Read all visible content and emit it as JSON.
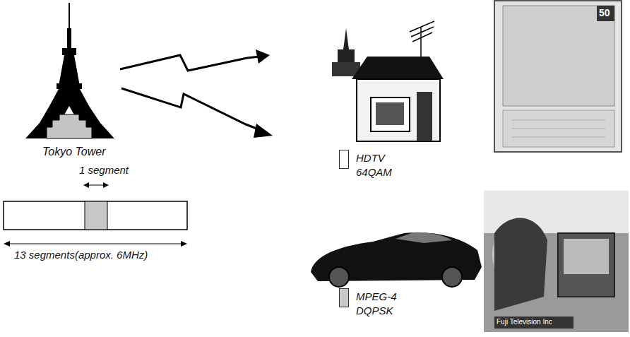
{
  "diagram": {
    "labels": [
      "Tokyo Tower",
      "1 segment",
      "13 segments(approx. 6MHz)",
      "50",
      "Fuji Television Inc"
    ],
    "legend": [
      {
        "text": "HDTV 64QAM",
        "color": "#ffffff"
      },
      {
        "text": "MPEG-4 DQPSK",
        "color": "#c8c8c8"
      }
    ]
  }
}
